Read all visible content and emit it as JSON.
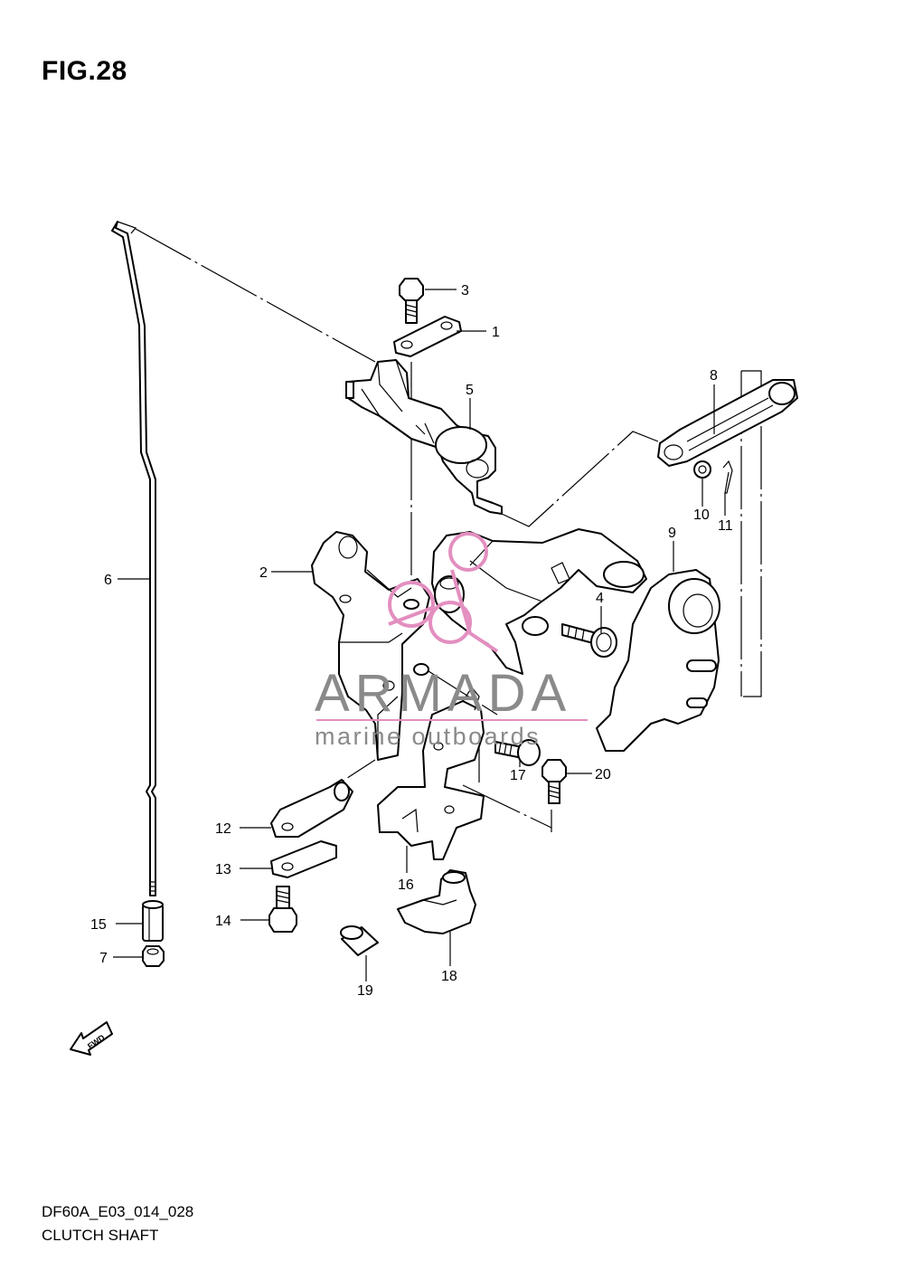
{
  "figure": {
    "title": "FIG.28",
    "code": "DF60A_E03_014_028",
    "caption": "CLUTCH SHAFT"
  },
  "watermark": {
    "brand": "ARMADA",
    "tagline": "marine outboards",
    "logo_color": "#e38fc0",
    "text_color": "#8a8a8a"
  },
  "fwd_arrow": {
    "label": "FWD"
  },
  "callouts": [
    {
      "id": "c1",
      "label": "1"
    },
    {
      "id": "c2",
      "label": "2"
    },
    {
      "id": "c3",
      "label": "3"
    },
    {
      "id": "c4",
      "label": "4"
    },
    {
      "id": "c5",
      "label": "5"
    },
    {
      "id": "c6",
      "label": "6"
    },
    {
      "id": "c7",
      "label": "7"
    },
    {
      "id": "c8",
      "label": "8"
    },
    {
      "id": "c9",
      "label": "9"
    },
    {
      "id": "c10",
      "label": "10"
    },
    {
      "id": "c11",
      "label": "11"
    },
    {
      "id": "c12",
      "label": "12"
    },
    {
      "id": "c13",
      "label": "13"
    },
    {
      "id": "c14",
      "label": "14"
    },
    {
      "id": "c15",
      "label": "15"
    },
    {
      "id": "c16",
      "label": "16"
    },
    {
      "id": "c17",
      "label": "17"
    },
    {
      "id": "c18",
      "label": "18"
    },
    {
      "id": "c19",
      "label": "19"
    },
    {
      "id": "c20",
      "label": "20"
    }
  ]
}
